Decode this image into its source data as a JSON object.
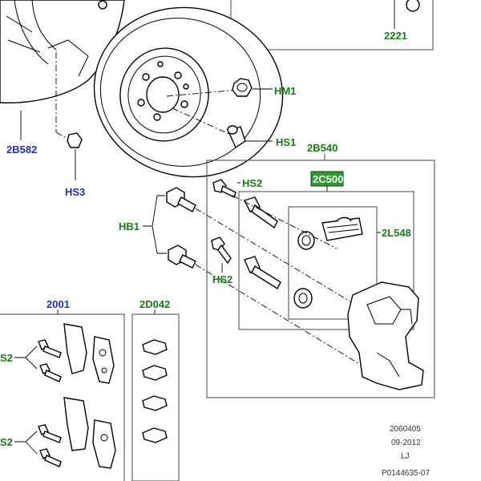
{
  "callouts": {
    "c2221": "2221",
    "hm1": "HM1",
    "hs1": "HS1",
    "c2b582": "2B582",
    "hs3": "HS3",
    "c2b540": "2B540",
    "c2c500": "2C500",
    "hs2_top": "HS2",
    "hb1": "HB1",
    "c2l548": "2L548",
    "hs2_mid": "HS2",
    "c2001": "2001",
    "c2d042": "2D042",
    "s2_top": "S2",
    "s2_bottom": "S2"
  },
  "footer": {
    "code": "2060405",
    "date": "09-2012",
    "initials": "LJ",
    "ref": "P0144635-07"
  },
  "colors": {
    "green_label": "#1a7a1a",
    "blue_label": "#1f2fb0",
    "highlight": "#2f9a2f"
  }
}
